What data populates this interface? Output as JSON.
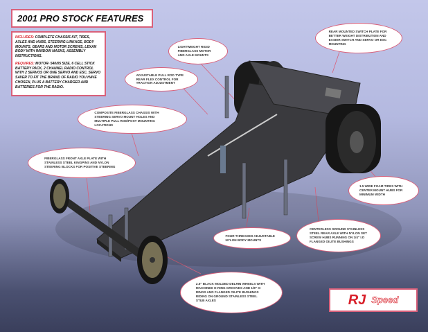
{
  "title": "2001 PRO STOCK FEATURES",
  "includes": {
    "label": "INCLUDES:",
    "text": "COMPLETE CHASSIS KIT, TIRES, AXLES AND HUBS, STEERING LINKAGE, BODY MOUNTS, GEARS AND MOTOR SCREWS, LEXAN BODY WITH WINDOW MASKS, ASSEMBLY INSTRUCTIONS."
  },
  "requires": {
    "label": "REQUIRES:",
    "text": "MOTOR- 540/05 SIZE, 6 CELL STICK BATTERY PACK, 2 CHANNEL RADIO CONTROL WITH 2 SERVOS OR ONE SERVO AND ESC, SERVO SAVER TO FIT THE BRAND OF RADIO YOU HAVE CHOSEN, PLUS A BATTERY CHARGER AND BATTERIES FOR THE RADIO."
  },
  "callouts": {
    "motor_mounts": "LIGHTWEIGHT RIGID FIBERGLASS MOTOR AND AXLE MOUNTS",
    "pull_rod": "ADJUSTABLE PULL ROD TYPE REAR FLEX CONTROL FOR TRACTION ADJUSTMENT",
    "switch_plate": "REAR MOUNTED SWITCH PLATE FOR BETTER WEIGHT DISTRIBUTION AND EASIER SWITCH AND SERVO OR ESC MOUNTING",
    "chassis": "COMPOSITE FIBERGLASS CHASSIS WITH STEERING SERVO MOUNT HOLES AND MULTIPLE PULL ROD/POST MOUNTING LOCATIONS",
    "front_axle": "FIBERGLASS FRONT AXLE PLATE WITH STAINLESS STEEL KINGPINS AND NYLON STEERING BLOCKS FOR POSITIVE STEERING",
    "foam_tires": "1.5 WIDE FOAM TIRES WITH CENTER MOUNT HUBS FOR MINIMUM WIDTH",
    "body_mounts": "FOUR THREADED ADJUSTABLE NYLON BODY MOUNTS",
    "rear_axle": "CENTERLESS GROUND STAINLESS STEEL REAR AXLE WITH NYLON SET SCREW HUBS RUNNING ON 1/4\" I.D FLANGED OILITE BUSHINGS",
    "front_wheels": "2.5\" BLACK MOLDED DELRIN WHEELS WITH MACHINED O-RING GROOVES AND 1/8\" O-RINGS AND FLANGED OILITE BUSHINGS RIDING ON GROUND STAINLESS STEEL STUB AXLES"
  },
  "logo": {
    "part1": "RJ",
    "part2": "Speed"
  },
  "colors": {
    "accent": "#d9607a",
    "brand_red": "#d8202a"
  }
}
